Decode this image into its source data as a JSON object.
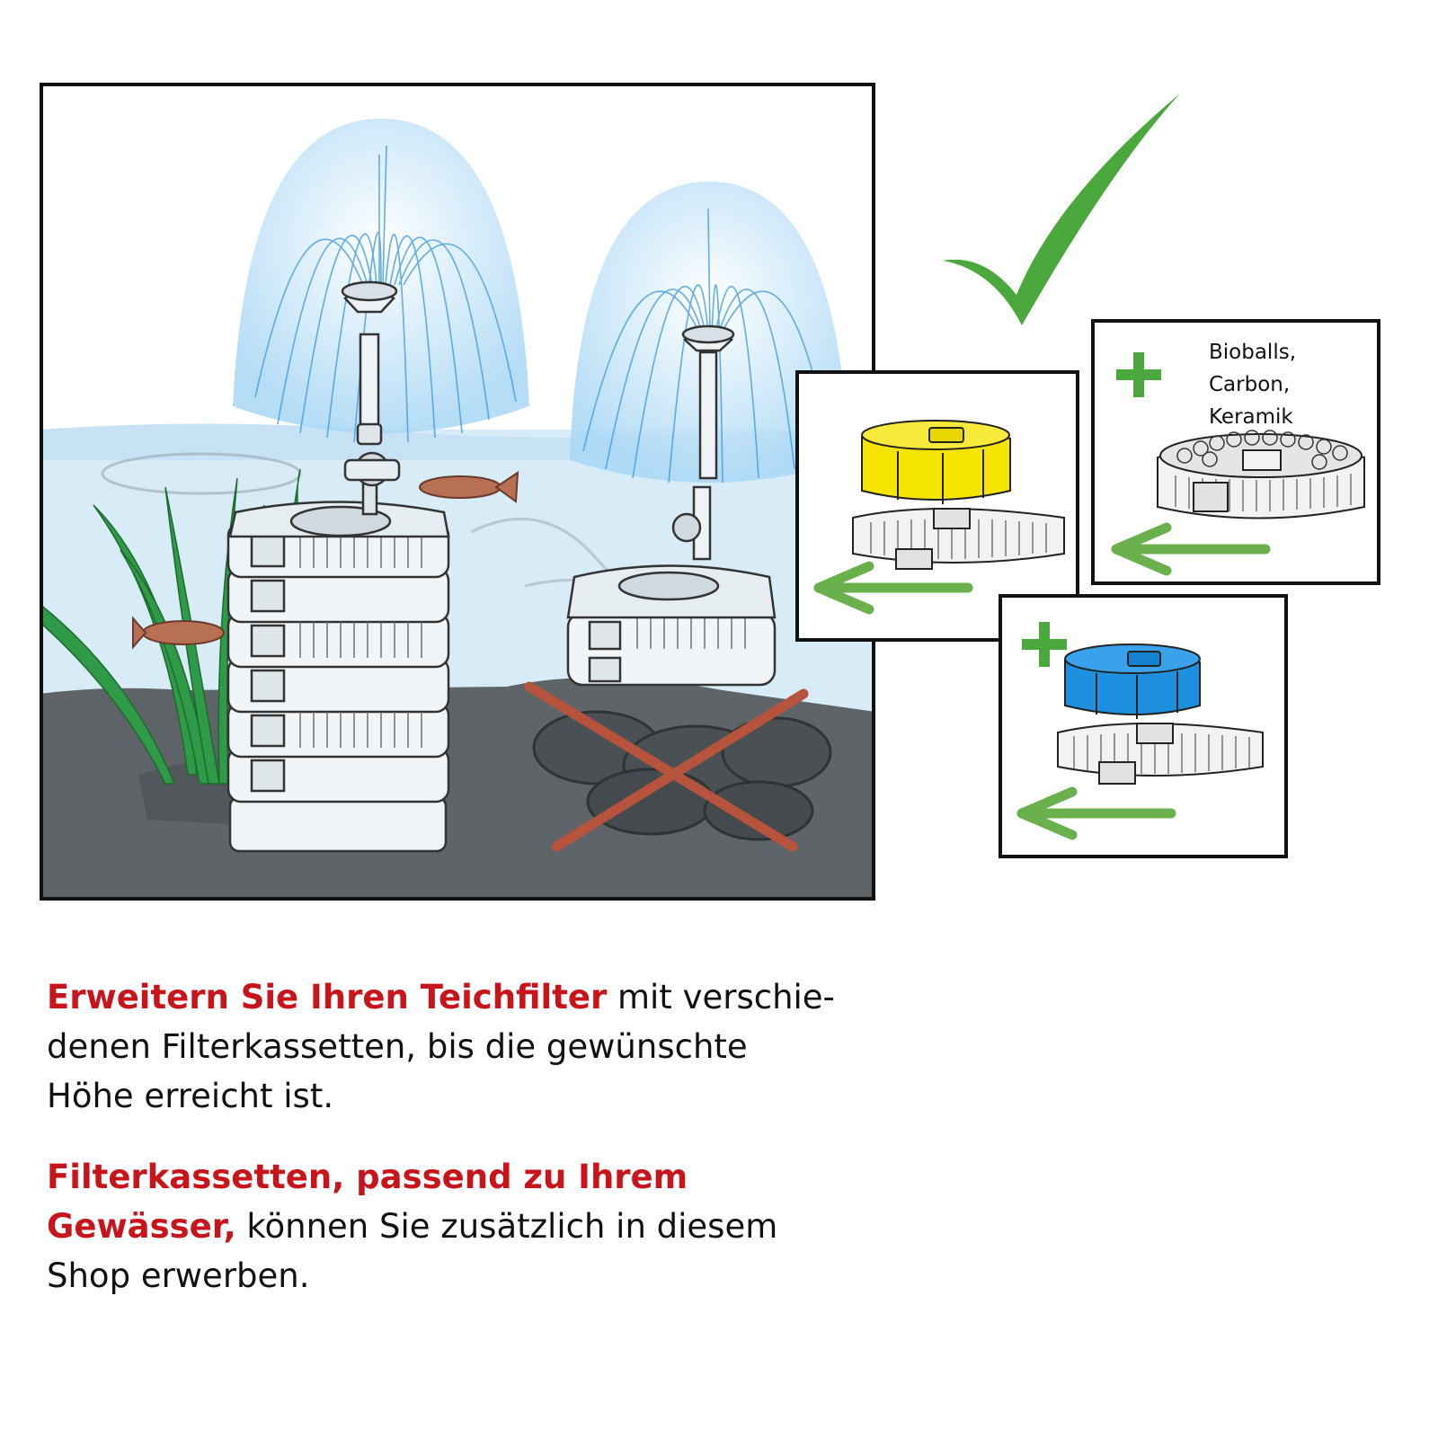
{
  "text": {
    "para1_highlight": "Erweitern Sie Ihren Teichfilter",
    "para1_rest": " mit verschie-denen Filterkassetten, bis die gewünschte Höhe erreicht ist.",
    "para2_highlight": "Filterkassetten, passend zu Ihrem Gewässer,",
    "para2_rest": " können Sie zusätzlich in diesem Shop erwerben."
  },
  "media_label": {
    "line1": "Bioballs,",
    "line2": "Carbon,",
    "line3": "Keramik"
  },
  "colors": {
    "highlight": "#c8151b",
    "check": "#4aa83c",
    "arrow": "#6ab04c",
    "cross": "#b5533c",
    "yellow_foam": "#f5e400",
    "blue_foam": "#1e90e0",
    "water": "#d6ecf8",
    "ground": "#5f6468"
  },
  "icons": [
    "checkmark-icon",
    "plus-icon",
    "arrow-left-icon",
    "cross-icon"
  ]
}
